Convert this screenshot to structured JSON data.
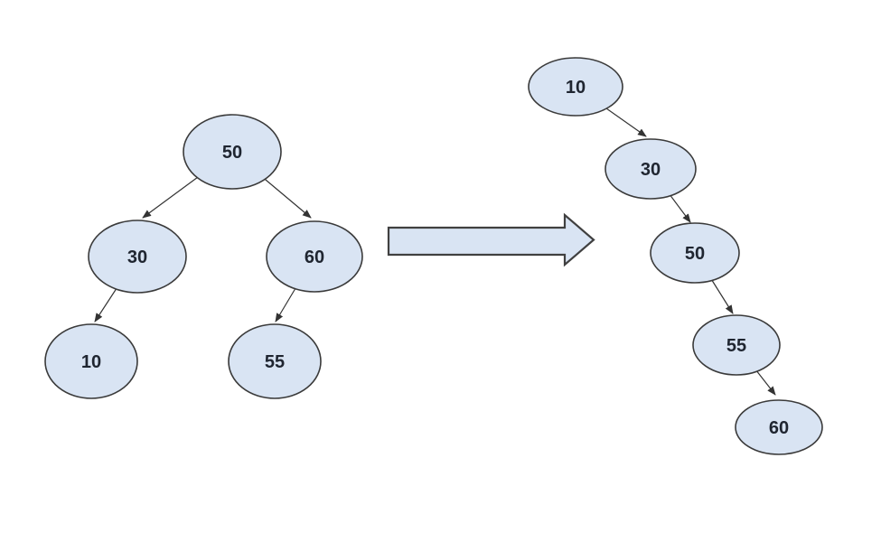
{
  "diagram": {
    "type": "binary-tree-transformation",
    "left_tree": {
      "nodes": [
        "50",
        "30",
        "60",
        "10",
        "55"
      ],
      "edges": [
        [
          "50",
          "30"
        ],
        [
          "50",
          "60"
        ],
        [
          "30",
          "10"
        ],
        [
          "60",
          "55"
        ]
      ]
    },
    "arrow": {
      "direction": "right"
    },
    "right_chain": {
      "nodes": [
        "10",
        "30",
        "50",
        "55",
        "60"
      ],
      "edges": [
        [
          "10",
          "30"
        ],
        [
          "30",
          "50"
        ],
        [
          "50",
          "55"
        ],
        [
          "55",
          "60"
        ]
      ]
    },
    "colors": {
      "node_fill": "#d9e4f3",
      "node_stroke": "#3a3a3a",
      "edge_stroke": "#333333",
      "label_text": "#1f2530",
      "arrow_fill": "#d9e4f3",
      "arrow_stroke": "#404040",
      "background": "#ffffff"
    }
  }
}
